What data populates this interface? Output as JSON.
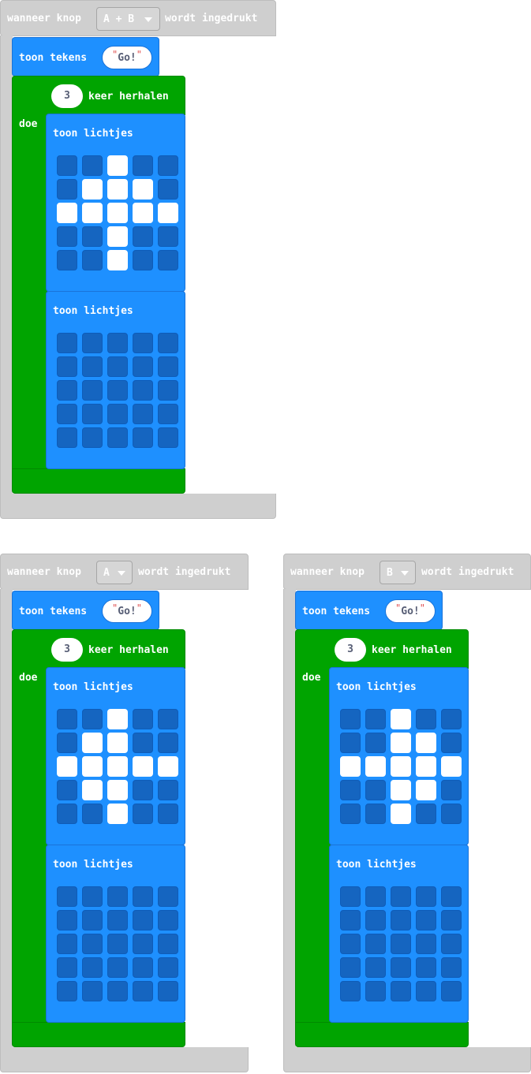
{
  "programs": [
    {
      "event_prefix": "wanneer knop",
      "button": "A + B",
      "event_suffix": "wordt ingedrukt",
      "show_string_label": "toon tekens",
      "string_value": "Go!",
      "repeat_count": "3",
      "repeat_label": "keer herhalen",
      "do_label": "doe",
      "show_leds_label": "toon lichtjes",
      "leds_1": [
        [
          0,
          0,
          1,
          0,
          0
        ],
        [
          0,
          1,
          1,
          1,
          0
        ],
        [
          1,
          1,
          1,
          1,
          1
        ],
        [
          0,
          0,
          1,
          0,
          0
        ],
        [
          0,
          0,
          1,
          0,
          0
        ]
      ],
      "leds_2": [
        [
          0,
          0,
          0,
          0,
          0
        ],
        [
          0,
          0,
          0,
          0,
          0
        ],
        [
          0,
          0,
          0,
          0,
          0
        ],
        [
          0,
          0,
          0,
          0,
          0
        ],
        [
          0,
          0,
          0,
          0,
          0
        ]
      ]
    },
    {
      "event_prefix": "wanneer knop",
      "button": "A",
      "event_suffix": "wordt ingedrukt",
      "show_string_label": "toon tekens",
      "string_value": "Go!",
      "repeat_count": "3",
      "repeat_label": "keer herhalen",
      "do_label": "doe",
      "show_leds_label": "toon lichtjes",
      "leds_1": [
        [
          0,
          0,
          1,
          0,
          0
        ],
        [
          0,
          1,
          1,
          0,
          0
        ],
        [
          1,
          1,
          1,
          1,
          1
        ],
        [
          0,
          1,
          1,
          0,
          0
        ],
        [
          0,
          0,
          1,
          0,
          0
        ]
      ],
      "leds_2": [
        [
          0,
          0,
          0,
          0,
          0
        ],
        [
          0,
          0,
          0,
          0,
          0
        ],
        [
          0,
          0,
          0,
          0,
          0
        ],
        [
          0,
          0,
          0,
          0,
          0
        ],
        [
          0,
          0,
          0,
          0,
          0
        ]
      ]
    },
    {
      "event_prefix": "wanneer knop",
      "button": "B",
      "event_suffix": "wordt ingedrukt",
      "show_string_label": "toon tekens",
      "string_value": "Go!",
      "repeat_count": "3",
      "repeat_label": "keer herhalen",
      "do_label": "doe",
      "show_leds_label": "toon lichtjes",
      "leds_1": [
        [
          0,
          0,
          1,
          0,
          0
        ],
        [
          0,
          0,
          1,
          1,
          0
        ],
        [
          1,
          1,
          1,
          1,
          1
        ],
        [
          0,
          0,
          1,
          1,
          0
        ],
        [
          0,
          0,
          1,
          0,
          0
        ]
      ],
      "leds_2": [
        [
          0,
          0,
          0,
          0,
          0
        ],
        [
          0,
          0,
          0,
          0,
          0
        ],
        [
          0,
          0,
          0,
          0,
          0
        ],
        [
          0,
          0,
          0,
          0,
          0
        ],
        [
          0,
          0,
          0,
          0,
          0
        ]
      ]
    }
  ]
}
